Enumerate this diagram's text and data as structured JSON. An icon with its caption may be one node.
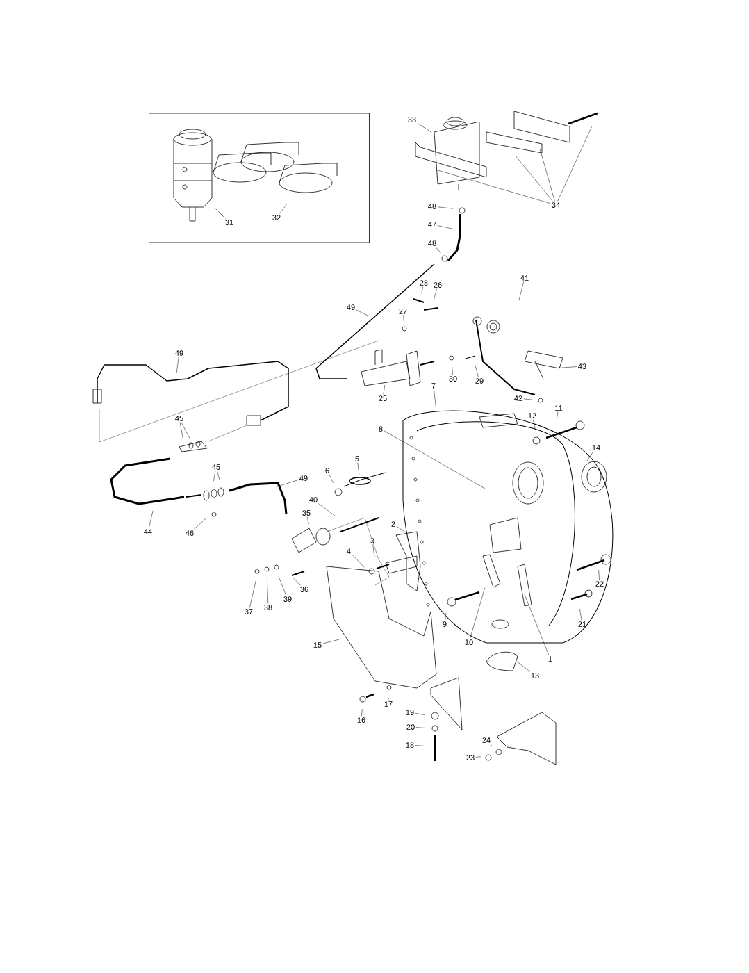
{
  "diagram": {
    "nodes": [
      {
        "text": [],
        "shape": "box"
      },
      {
        "text": [
          "31"
        ],
        "in": 0
      },
      {
        "text": [
          "32"
        ],
        "in": 0
      },
      {
        "text": [
          "33"
        ]
      },
      {
        "text": [
          "34"
        ]
      },
      {
        "text": [
          "48"
        ]
      },
      {
        "text": [
          "47"
        ]
      },
      {
        "text": [
          "48"
        ]
      },
      {
        "text": [
          "49"
        ]
      },
      {
        "text": [
          "28"
        ]
      },
      {
        "text": [
          "26"
        ]
      },
      {
        "text": [
          "41"
        ]
      },
      {
        "text": [
          "27"
        ]
      },
      {
        "text": [
          "49"
        ]
      },
      {
        "text": [
          "43"
        ]
      },
      {
        "text": [
          "30"
        ]
      },
      {
        "text": [
          "29"
        ]
      },
      {
        "text": [
          "25"
        ]
      },
      {
        "text": [
          "42"
        ]
      },
      {
        "text": [
          "7"
        ]
      },
      {
        "text": [
          "11"
        ]
      },
      {
        "text": [
          "12"
        ]
      },
      {
        "text": [
          "45"
        ]
      },
      {
        "text": [
          "8"
        ]
      },
      {
        "text": [
          "14"
        ]
      },
      {
        "text": [
          "5"
        ]
      },
      {
        "text": [
          "45"
        ]
      },
      {
        "text": [
          "6"
        ]
      },
      {
        "text": [
          "49"
        ]
      },
      {
        "text": [
          "40"
        ]
      },
      {
        "text": [
          "35"
        ]
      },
      {
        "text": [
          "2"
        ]
      },
      {
        "text": [
          "44"
        ]
      },
      {
        "text": [
          "46"
        ]
      },
      {
        "text": [
          "3"
        ]
      },
      {
        "text": [
          "4"
        ]
      },
      {
        "text": [
          "22"
        ]
      },
      {
        "text": [
          "36"
        ]
      },
      {
        "text": [
          "39"
        ]
      },
      {
        "text": [
          "38"
        ]
      },
      {
        "text": [
          "37"
        ]
      },
      {
        "text": [
          "21"
        ]
      },
      {
        "text": [
          "9"
        ]
      },
      {
        "text": [
          "10"
        ]
      },
      {
        "text": [
          "15"
        ]
      },
      {
        "text": [
          "1"
        ]
      },
      {
        "text": [
          "13"
        ]
      },
      {
        "text": [
          "17"
        ]
      },
      {
        "text": [
          "19"
        ]
      },
      {
        "text": [
          "16"
        ]
      },
      {
        "text": [
          "20"
        ]
      },
      {
        "text": [
          "24"
        ]
      },
      {
        "text": [
          "18"
        ]
      },
      {
        "text": [
          "23"
        ]
      }
    ],
    "edges": [
      {
        "from": 1,
        "to": null,
        "arrow": "none"
      },
      {
        "from": 2,
        "to": null,
        "arrow": "none"
      },
      {
        "from": 3,
        "to": null,
        "arrow": "none"
      },
      {
        "from": 4,
        "to": null,
        "arrow": "none"
      },
      {
        "from": 4,
        "to": null,
        "arrow": "none"
      },
      {
        "from": 4,
        "to": null,
        "arrow": "none"
      },
      {
        "from": 4,
        "to": null,
        "arrow": "none"
      },
      {
        "from": 5,
        "to": null,
        "arrow": "none"
      },
      {
        "from": 6,
        "to": null,
        "arrow": "none"
      },
      {
        "from": 7,
        "to": null,
        "arrow": "none"
      },
      {
        "from": 8,
        "to": null,
        "arrow": "none"
      },
      {
        "from": 9,
        "to": null,
        "arrow": "none"
      },
      {
        "from": 10,
        "to": null,
        "arrow": "none"
      },
      {
        "from": 11,
        "to": null,
        "arrow": "none"
      },
      {
        "from": 12,
        "to": null,
        "arrow": "none"
      },
      {
        "from": 13,
        "to": null,
        "arrow": "none"
      },
      {
        "from": 14,
        "to": null,
        "arrow": "none"
      },
      {
        "from": 15,
        "to": null,
        "arrow": "none"
      },
      {
        "from": 16,
        "to": null,
        "arrow": "none"
      },
      {
        "from": 17,
        "to": null,
        "arrow": "none"
      },
      {
        "from": 18,
        "to": null,
        "arrow": "none"
      },
      {
        "from": 19,
        "to": null,
        "arrow": "none"
      },
      {
        "from": 20,
        "to": null,
        "arrow": "none"
      },
      {
        "from": 21,
        "to": null,
        "arrow": "none"
      },
      {
        "from": 22,
        "to": null,
        "arrow": "none"
      },
      {
        "from": 22,
        "to": null,
        "arrow": "none"
      },
      {
        "from": 23,
        "to": null,
        "arrow": "none"
      },
      {
        "from": 24,
        "to": null,
        "arrow": "none"
      },
      {
        "from": 25,
        "to": null,
        "arrow": "none"
      },
      {
        "from": 26,
        "to": null,
        "arrow": "none"
      },
      {
        "from": 26,
        "to": null,
        "arrow": "none"
      },
      {
        "from": 27,
        "to": null,
        "arrow": "none"
      },
      {
        "from": 28,
        "to": null,
        "arrow": "none"
      },
      {
        "from": 29,
        "to": null,
        "arrow": "none"
      },
      {
        "from": 30,
        "to": null,
        "arrow": "none"
      },
      {
        "from": 31,
        "to": null,
        "arrow": "none"
      },
      {
        "from": 32,
        "to": null,
        "arrow": "none"
      },
      {
        "from": 33,
        "to": null,
        "arrow": "none"
      },
      {
        "from": 34,
        "to": null,
        "arrow": "none"
      },
      {
        "from": 35,
        "to": null,
        "arrow": "none"
      },
      {
        "from": 36,
        "to": null,
        "arrow": "none"
      },
      {
        "from": 37,
        "to": null,
        "arrow": "none"
      },
      {
        "from": 38,
        "to": null,
        "arrow": "none"
      },
      {
        "from": 39,
        "to": null,
        "arrow": "none"
      },
      {
        "from": 40,
        "to": null,
        "arrow": "none"
      },
      {
        "from": 41,
        "to": null,
        "arrow": "none"
      },
      {
        "from": 42,
        "to": null,
        "arrow": "none"
      },
      {
        "from": 43,
        "to": null,
        "arrow": "none"
      },
      {
        "from": 44,
        "to": null,
        "arrow": "none"
      },
      {
        "from": 45,
        "to": null,
        "arrow": "none"
      },
      {
        "from": 46,
        "to": null,
        "arrow": "none"
      },
      {
        "from": 47,
        "to": null,
        "arrow": "none"
      },
      {
        "from": 48,
        "to": null,
        "arrow": "none"
      },
      {
        "from": 49,
        "to": null,
        "arrow": "none"
      },
      {
        "from": 50,
        "to": null,
        "arrow": "none"
      },
      {
        "from": 51,
        "to": null,
        "arrow": "none"
      },
      {
        "from": 52,
        "to": null,
        "arrow": "none"
      },
      {
        "from": 53,
        "to": null,
        "arrow": "none"
      }
    ]
  }
}
